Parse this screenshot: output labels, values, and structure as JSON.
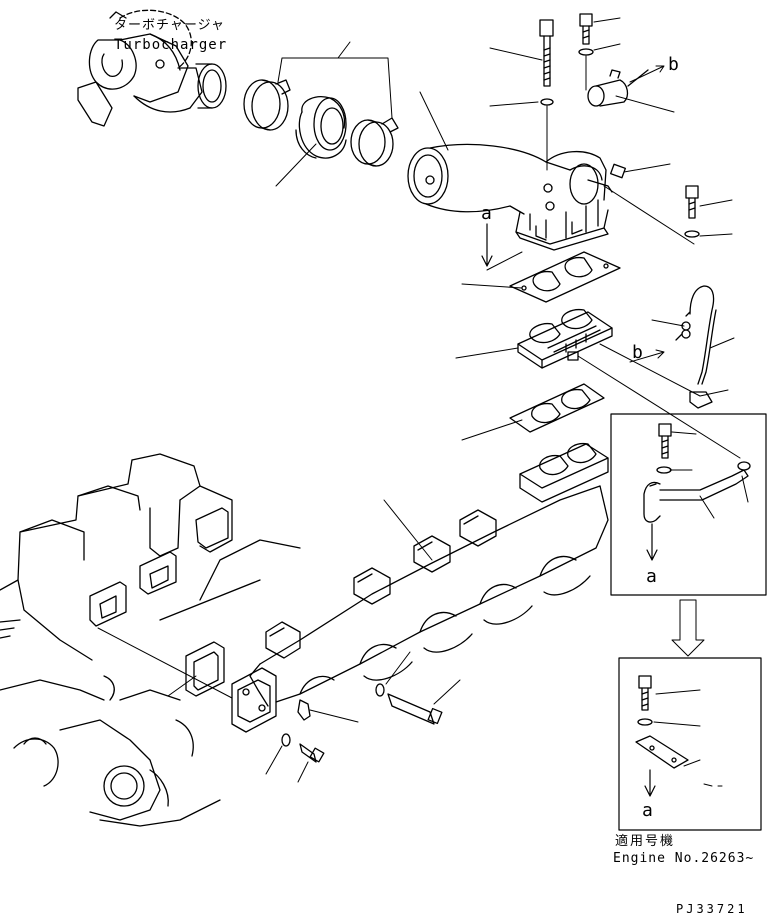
{
  "turbocharger": {
    "label_jp": "ターボチャージャ",
    "label_en": "Turbocharger"
  },
  "markers": {
    "a": "a",
    "b": "b"
  },
  "applicable": {
    "label_jp": "適用号機",
    "engine_no": "Engine No.26263~"
  },
  "drawing_code": "PJ33721"
}
